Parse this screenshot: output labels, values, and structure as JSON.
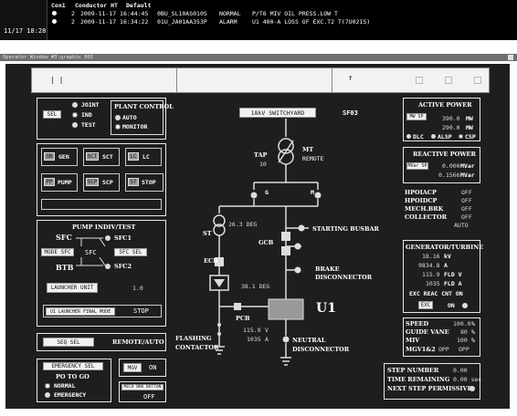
{
  "alarm_header": {
    "col1": "Con1",
    "col2": "Conductor HT",
    "col3": "Default"
  },
  "alarms": [
    {
      "num": "2",
      "datetime": "2009-11-17 16:44:45",
      "tag": "0BU_SL10AS010S",
      "severity": "NORMAL",
      "message": "P/T6 MIV OIL PRESS.LOW T"
    },
    {
      "num": "2",
      "datetime": "2009-11-17 16:34:22",
      "tag": "01U_JA01AA353P",
      "severity": "ALARM",
      "message": "U1 400-A LOSS OF EXC.T2 T(7U0215)"
    }
  ],
  "clock": "11/17 18:28",
  "window_title": "Operator Window #3:graphic 001",
  "toolbar": {
    "left_label": "| |",
    "arrow_label": "↑"
  },
  "plant_control": {
    "sel": "SEL",
    "joint": "JOINT",
    "ind": "IND",
    "test": "TEST",
    "title": "PLANT CONTROL",
    "auto": "AUTO",
    "monitor": "MONITOR"
  },
  "mode_buttons": [
    {
      "btn": "GN",
      "label": "GEN"
    },
    {
      "btn": "SCT",
      "label": "SCT"
    },
    {
      "btn": "LC",
      "label": "LC"
    },
    {
      "btn": "PP",
      "label": "PUMP"
    },
    {
      "btn": "SCP",
      "label": "SCP"
    },
    {
      "btn": "ST",
      "label": "STOP"
    }
  ],
  "pump_indiv": {
    "title": "PUMP INDIV/TEST",
    "sfc": "SFC",
    "sfc1": "SFC1",
    "sfc2": "SFC2",
    "mode_sfc": "MODE SFC",
    "sfc_center": "SFC",
    "sfc_sel": "SFC SEL",
    "btb": "BTB",
    "launcher_unit": "LAUNCHER UNIT",
    "launcher_value": "1.0",
    "launcher_final": "U1 LAUNCHER FINAL MODE",
    "stop": "STOP"
  },
  "seq": {
    "btn": "SEQ SEL",
    "label": "REMOTE/AUTO"
  },
  "emergency": {
    "btn": "EMERGENCY SEL",
    "title": "PO TO GO",
    "normal": "NORMAL",
    "emergency": "EMERGENCY"
  },
  "mgv": {
    "btn": "MGV",
    "state": "ON"
  },
  "mech_brk": {
    "btn": "MECH BRK BUTTON",
    "state": "OFF"
  },
  "diagram": {
    "switchyard": "18kV SWITCHYARD",
    "sf": "SF03",
    "tap_label": "TAP",
    "tap_value": "10",
    "mt": "MT",
    "remote": "REMOTE",
    "g": "G",
    "m": "M",
    "st_label": "ST",
    "st_temp": "26.3 DEG",
    "ecb": "ECB",
    "gcb": "GCB",
    "starting_busbar": "STARTING BUSBAR",
    "brake": "BRAKE",
    "disconnector": "DISCONNECTOR",
    "rect_temp": "38.1 DEG",
    "unit": "U1",
    "pcb": "PCB",
    "flashing": "FLASHING",
    "contactor": "CONTACTOR",
    "voltage": "115.9",
    "voltage_unit": "V",
    "current": "1035",
    "current_unit": "A",
    "neutral": "NEUTRAL",
    "neutral_disc": "DISCONNECTOR"
  },
  "active_power": {
    "title": "ACTIVE POWER",
    "btn": "MW SP",
    "v1": "390.0",
    "u1": "MW",
    "v2": "290.0",
    "u2": "MW",
    "dlc": "DLC",
    "alsp": "ALSP",
    "csp": "CSP"
  },
  "reactive_power": {
    "title": "REACTIVE POWER",
    "btn": "MVar SP",
    "v1": "0.000",
    "u1": "MVar",
    "v2": "0.1566",
    "u2": "MVar"
  },
  "status_table": [
    {
      "name": "HPOIACP",
      "value": "OFF"
    },
    {
      "name": "HPOIDCP",
      "value": "OFF"
    },
    {
      "name": "MECH.BRK",
      "value": "OFF"
    },
    {
      "name": "COLLECTOR",
      "value": "OFF"
    },
    {
      "name": "",
      "value": "AUTO"
    }
  ],
  "gen_turbine": {
    "title": "GENERATOR/TURBINE",
    "rows": [
      {
        "v": "18.16",
        "u": "kV"
      },
      {
        "v": "9834.8",
        "u": "A"
      },
      {
        "v": "115.9",
        "u": "FLD V"
      },
      {
        "v": "1035",
        "u": "FLD A"
      }
    ],
    "exc_line": "EXC REAC CNT ON",
    "exc_btn": "EXC",
    "exc_state": "ON"
  },
  "speed_table": [
    {
      "name": "SPEED",
      "value": "100.0",
      "unit": "%"
    },
    {
      "name": "GUIDE VANE",
      "value": "80",
      "unit": "%"
    },
    {
      "name": "MIV",
      "value": "100",
      "unit": "%"
    },
    {
      "name": "MGV1&2",
      "value": "OPP",
      "unit": "OPP"
    }
  ],
  "step_table": [
    {
      "name": "STEP NUMBER",
      "value": "0.00"
    },
    {
      "name": "TIME REMAINING",
      "value": "0.00 sec"
    },
    {
      "name": "NEXT STEP PERMISSIVE",
      "value": ""
    }
  ]
}
